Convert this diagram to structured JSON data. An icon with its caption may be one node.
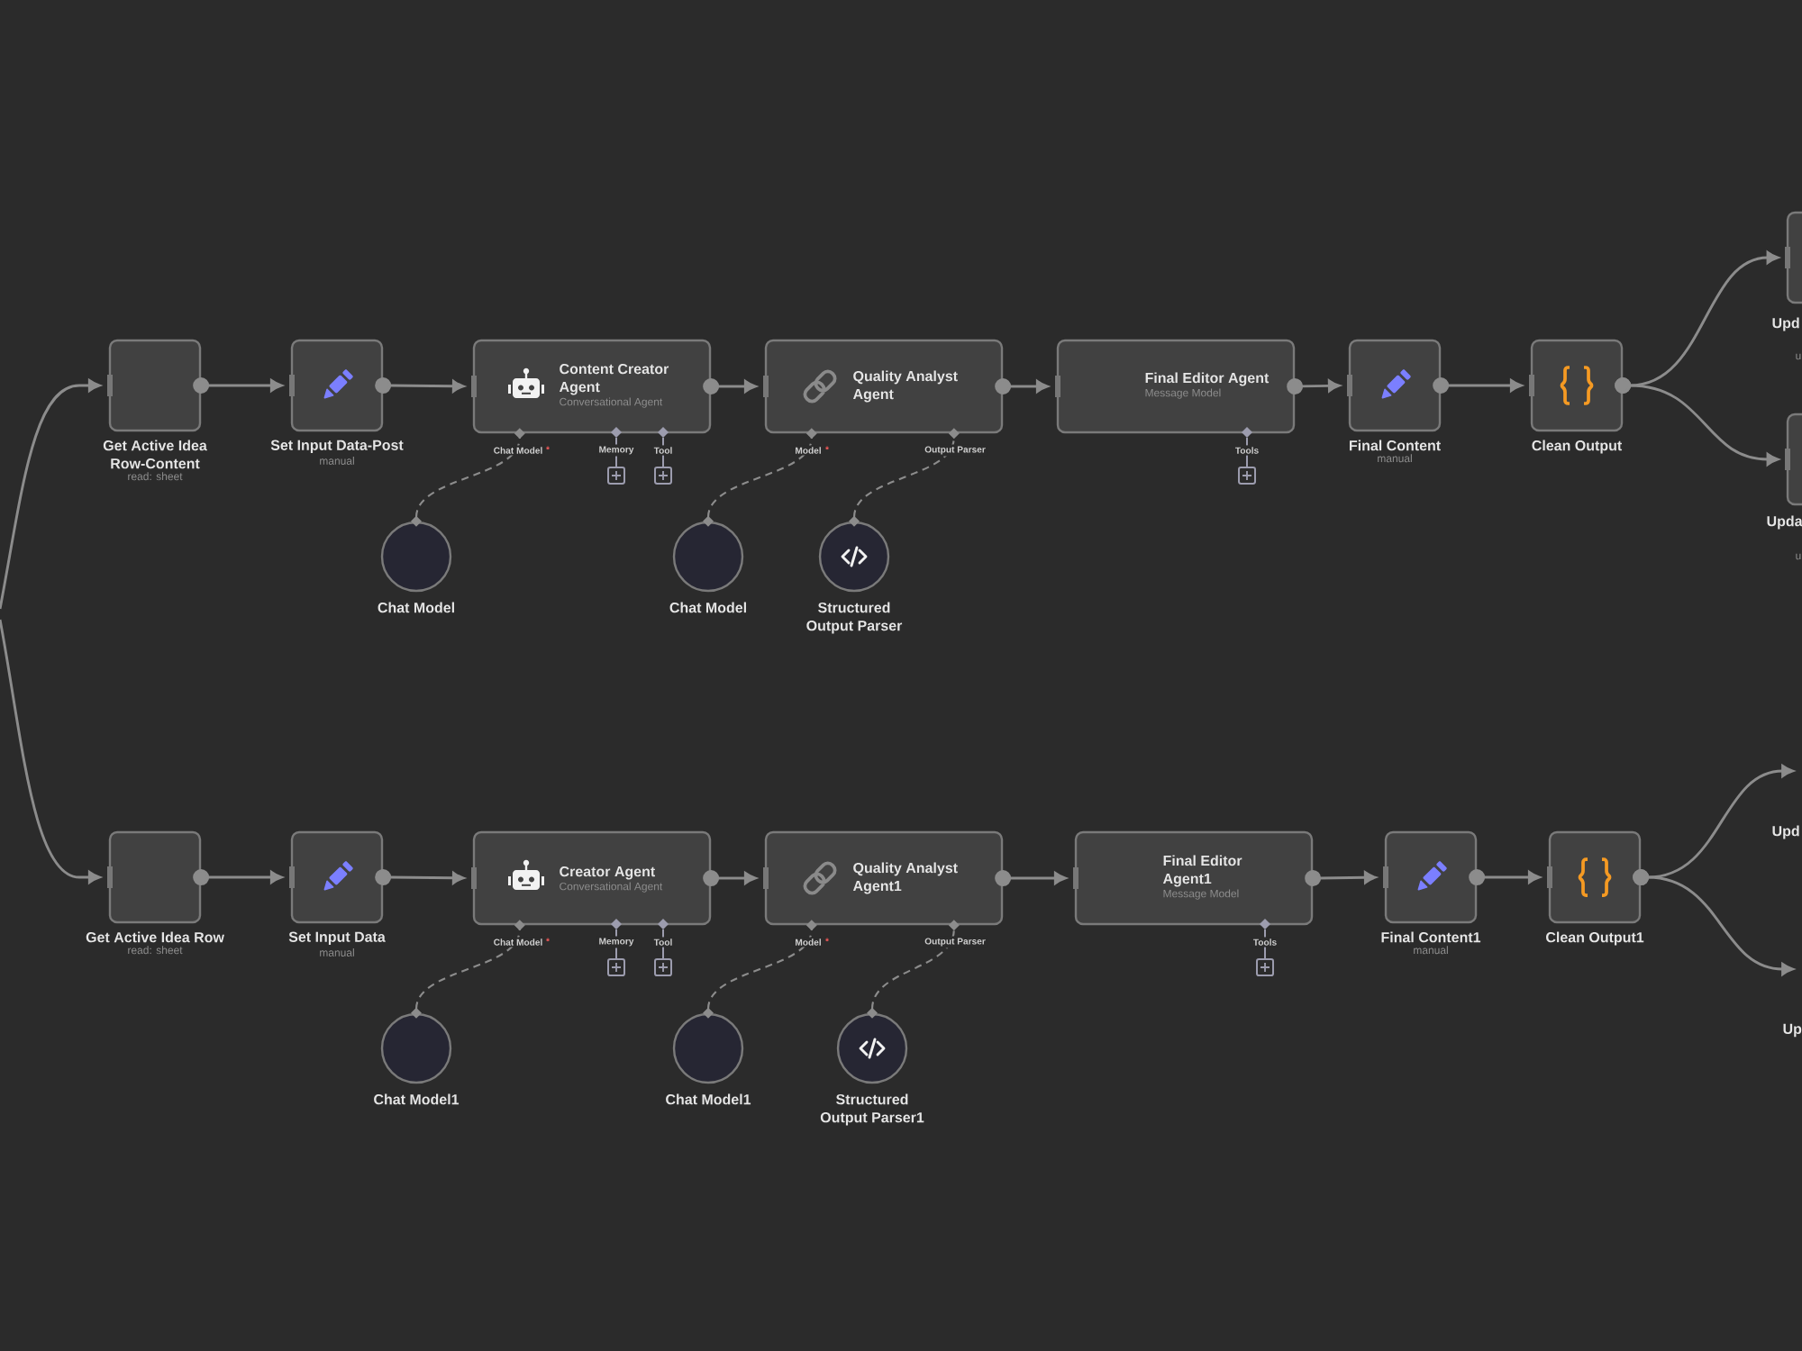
{
  "diagram": {
    "nodes": [
      {
        "text": [
          "Get Active Idea Row-Content",
          "read: sheet"
        ]
      },
      {
        "text": [
          "Set Input Data-Post",
          "manual"
        ]
      },
      {
        "text": [
          "Content Creator Agent",
          "Conversational Agent"
        ]
      },
      {
        "text": [
          "Quality Analyst Agent"
        ]
      },
      {
        "text": [
          "Final Editor Agent",
          "Message Model"
        ]
      },
      {
        "text": [
          "Final Content",
          "manual"
        ]
      },
      {
        "text": [
          "Clean Output"
        ]
      },
      {
        "text": [
          "Upd",
          "u"
        ]
      },
      {
        "text": [
          "Upda",
          "u"
        ]
      },
      {
        "text": [
          "Chat Model"
        ]
      },
      {
        "text": [
          "Chat Model"
        ]
      },
      {
        "text": [
          "Structured Output Parser"
        ]
      },
      {
        "text": [
          "Get Active Idea Row",
          "read: sheet"
        ]
      },
      {
        "text": [
          "Set Input Data",
          "manual"
        ]
      },
      {
        "text": [
          "Creator Agent",
          "Conversational Agent"
        ]
      },
      {
        "text": [
          "Quality Analyst Agent1"
        ]
      },
      {
        "text": [
          "Final Editor Agent1",
          "Message Model"
        ]
      },
      {
        "text": [
          "Final Content1",
          "manual"
        ]
      },
      {
        "text": [
          "Clean Output1"
        ]
      },
      {
        "text": [
          "Chat Model1"
        ]
      },
      {
        "text": [
          "Chat Model1"
        ]
      },
      {
        "text": [
          "Structured Output Parser1"
        ]
      }
    ],
    "edges": [
      {
        "from": null,
        "to": 0,
        "arrow": "to"
      },
      {
        "from": 0,
        "to": 1,
        "arrow": "to"
      },
      {
        "from": 1,
        "to": 2,
        "arrow": "to"
      },
      {
        "from": 2,
        "to": 3,
        "arrow": "to"
      },
      {
        "from": 3,
        "to": 4,
        "arrow": "to"
      },
      {
        "from": 4,
        "to": 5,
        "arrow": "to"
      },
      {
        "from": 5,
        "to": 6,
        "arrow": "to"
      },
      {
        "from": 6,
        "to": 7,
        "arrow": "to"
      },
      {
        "from": 6,
        "to": 8,
        "arrow": "to"
      },
      {
        "from": 9,
        "to": 2,
        "arrow": "other",
        "style": "dashed"
      },
      {
        "from": 10,
        "to": 3,
        "arrow": "other",
        "style": "dashed"
      },
      {
        "from": 11,
        "to": 3,
        "arrow": "other",
        "style": "dashed"
      },
      {
        "from": null,
        "to": 12,
        "arrow": "to"
      },
      {
        "from": 12,
        "to": 13,
        "arrow": "to"
      },
      {
        "from": 13,
        "to": 14,
        "arrow": "to"
      },
      {
        "from": 14,
        "to": 15,
        "arrow": "to"
      },
      {
        "from": 15,
        "to": 16,
        "arrow": "to"
      },
      {
        "from": 16,
        "to": 17,
        "arrow": "to"
      },
      {
        "from": 17,
        "to": 18,
        "arrow": "to"
      },
      {
        "from": 18,
        "to": null,
        "arrow": "to"
      },
      {
        "from": 18,
        "to": null,
        "arrow": "to"
      },
      {
        "from": 19,
        "to": 14,
        "arrow": "other",
        "style": "dashed"
      },
      {
        "from": 20,
        "to": 15,
        "arrow": "other",
        "style": "dashed"
      },
      {
        "from": 21,
        "to": 15,
        "arrow": "other",
        "style": "dashed"
      }
    ],
    "labels": [
      "Chat Model",
      "*",
      "Memory",
      "Tool",
      "Model",
      "*",
      "Output Parser",
      "Tools",
      "Upd",
      "Chat Model",
      "*",
      "Memory",
      "Tool",
      "Model",
      "*",
      "Output Parser",
      "Tools",
      "Up"
    ]
  }
}
